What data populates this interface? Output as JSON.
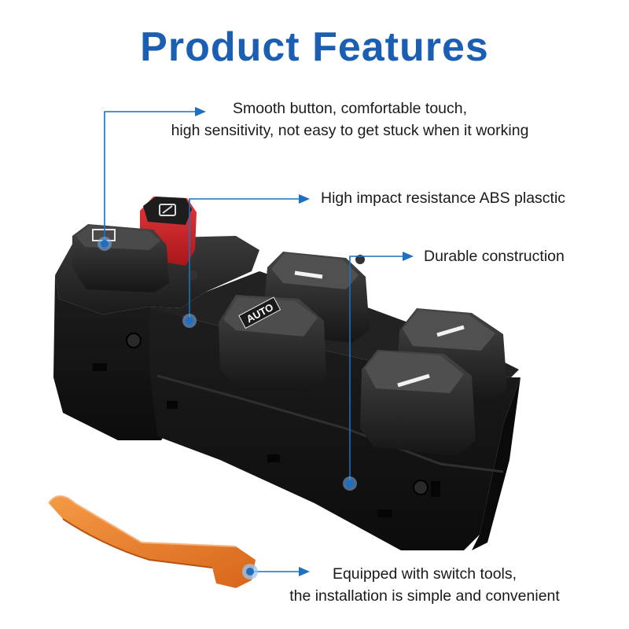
{
  "title": "Product Features",
  "callouts": [
    {
      "lines": [
        "Smooth button, comfortable touch,",
        "high sensitivity, not easy to get stuck when it working"
      ]
    },
    {
      "lines": [
        "High impact resistance ABS plasctic"
      ]
    },
    {
      "lines": [
        "Durable construction"
      ]
    },
    {
      "lines": [
        "Equipped with switch tools,",
        "the installation is simple and convenient"
      ]
    }
  ],
  "switch_label": "AUTO",
  "colors": {
    "accent": "#1a5fb4",
    "housing": "#151515",
    "lock_button": "#d8262b",
    "tool": "#ee7a22"
  }
}
